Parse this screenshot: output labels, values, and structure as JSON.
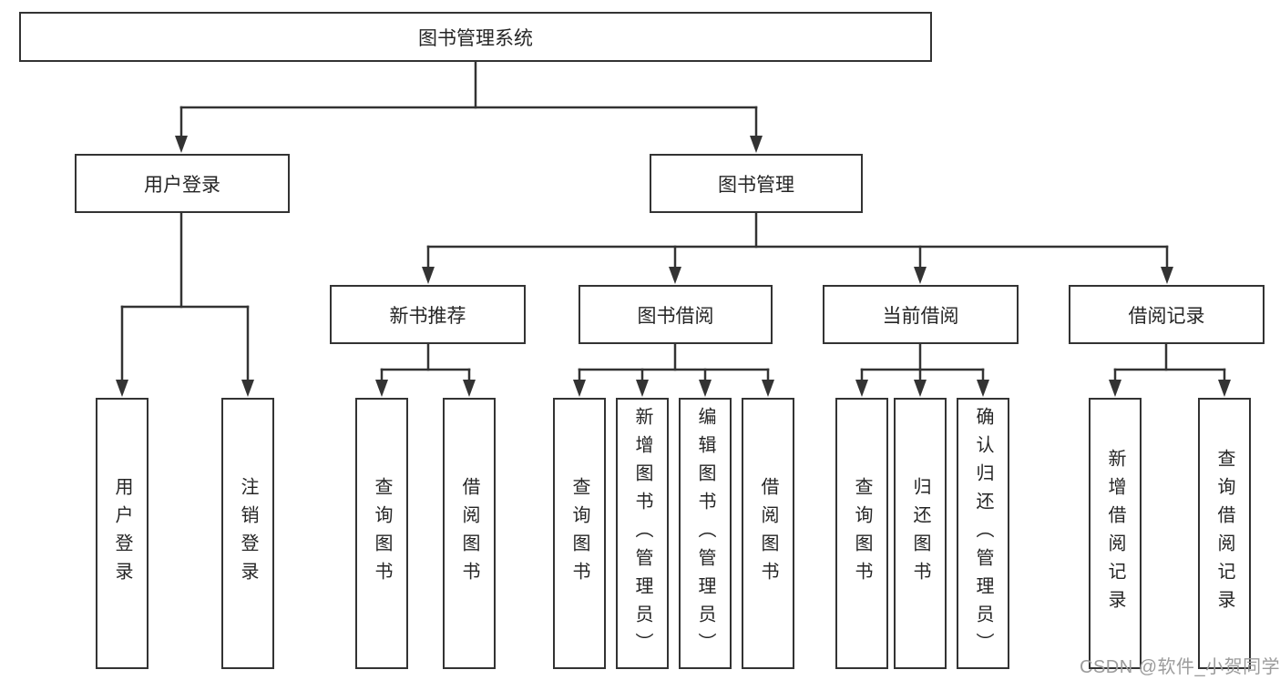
{
  "colors": {
    "line": "#333333",
    "text": "#252525",
    "watermark": "#9c9c9c",
    "background": "#ffffff"
  },
  "watermark": {
    "text": "CSDN @软件_小贺同学"
  },
  "tree": {
    "label": "图书管理系统",
    "children": [
      {
        "label": "用户登录",
        "children": [
          {
            "label": "用户登录"
          },
          {
            "label": "注销登录"
          }
        ]
      },
      {
        "label": "图书管理",
        "children": [
          {
            "label": "新书推荐",
            "children": [
              {
                "label": "查询图书"
              },
              {
                "label": "借阅图书"
              }
            ]
          },
          {
            "label": "图书借阅",
            "children": [
              {
                "label": "查询图书"
              },
              {
                "label": "新增图书（管理员）"
              },
              {
                "label": "编辑图书（管理员）"
              },
              {
                "label": "借阅图书"
              }
            ]
          },
          {
            "label": "当前借阅",
            "children": [
              {
                "label": "查询图书"
              },
              {
                "label": "归还图书"
              },
              {
                "label": "确认归还（管理员）"
              }
            ]
          },
          {
            "label": "借阅记录",
            "children": [
              {
                "label": "新增借阅记录"
              },
              {
                "label": "查询借阅记录"
              }
            ]
          }
        ]
      }
    ]
  }
}
